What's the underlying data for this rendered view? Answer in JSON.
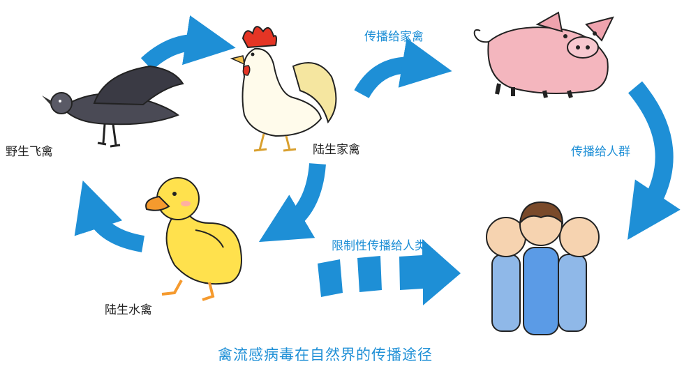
{
  "nodes": {
    "wild_bird": "野生飞禽",
    "land_poultry": "陆生家禽",
    "water_poultry": "陆生水禽"
  },
  "edges": {
    "to_livestock": "传播给家禽",
    "to_crowd": "传播给人群",
    "limited_to_humans": "限制性传播给人类"
  },
  "title": "禽流感病毒在自然界的传播途径",
  "colors": {
    "arrow": "#1E8FD6",
    "text_blue": "#1E8FD6",
    "text_dark": "#222222",
    "pig": "#F4B6BE",
    "duck": "#FFE14D",
    "bird": "#4A4A55",
    "rooster_comb": "#E53525",
    "person_body": "#5B9BE6",
    "person_head": "#F6D3B0"
  },
  "icons": [
    "pigeon-icon",
    "rooster-icon",
    "pig-icon",
    "duck-icon",
    "people-icon"
  ]
}
